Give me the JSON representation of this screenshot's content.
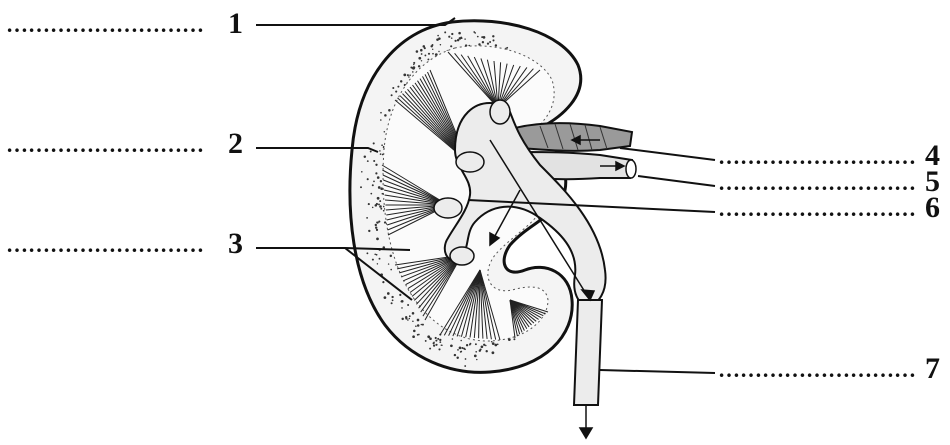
{
  "labels": [
    {
      "id": "1",
      "number": "1",
      "blank": "………………………"
    },
    {
      "id": "2",
      "number": "2",
      "blank": "………………………"
    },
    {
      "id": "3",
      "number": "3",
      "blank": "………………………"
    },
    {
      "id": "4",
      "number": "4",
      "blank": "………………………"
    },
    {
      "id": "5",
      "number": "5",
      "blank": "………………………"
    },
    {
      "id": "6",
      "number": "6",
      "blank": "………………………"
    },
    {
      "id": "7",
      "number": "7",
      "blank": "………………………"
    }
  ],
  "colors": {
    "ink": "#111111",
    "cortex_fill": "#f4f4f4",
    "pelvis_fill": "#e9e9e9",
    "vessel_fill": "#9a9a9a"
  }
}
